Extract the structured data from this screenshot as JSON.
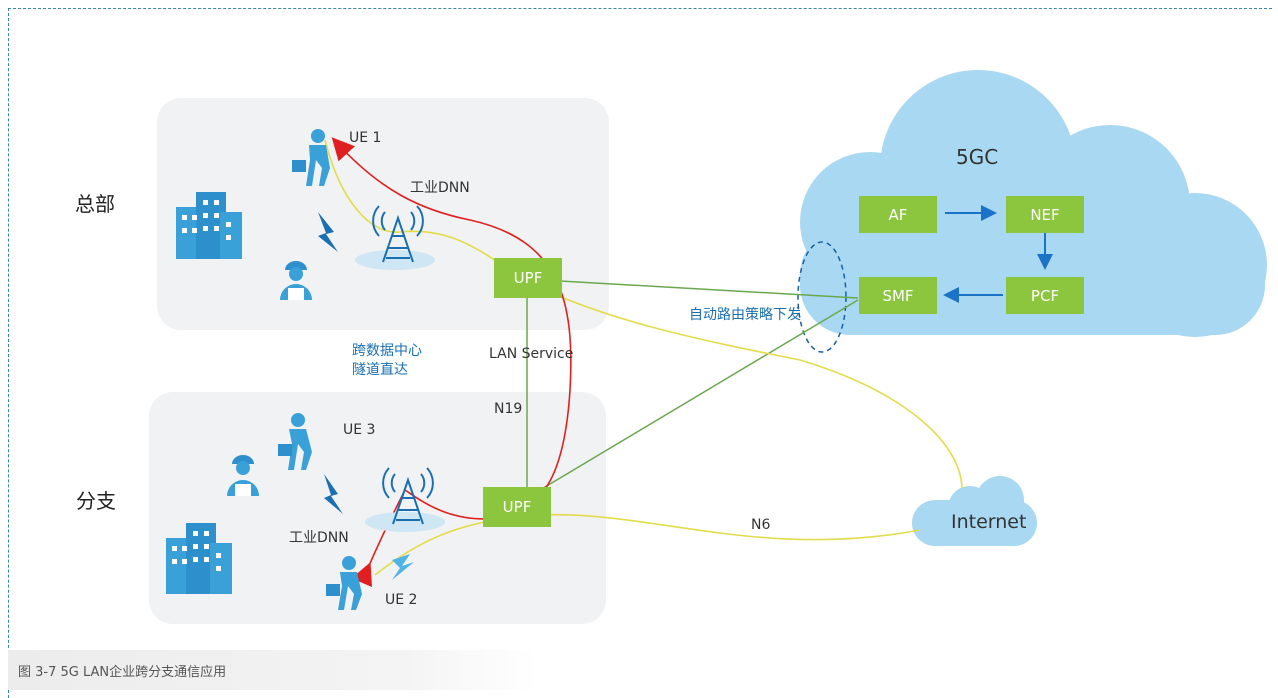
{
  "sites": {
    "hq": "总部",
    "branch": "分支"
  },
  "cloud": {
    "title": "5GC",
    "internet": "Internet"
  },
  "functions": {
    "af": "AF",
    "nef": "NEF",
    "smf": "SMF",
    "pcf": "PCF",
    "upf_hq": "UPF",
    "upf_branch": "UPF"
  },
  "labels": {
    "ue1": "UE 1",
    "ue2": "UE 2",
    "ue3": "UE 3",
    "dnn_hq": "工业DNN",
    "dnn_branch": "工业DNN",
    "policy": "自动路由策略下发",
    "tunnel_line1": "跨数据中心",
    "tunnel_line2": "隧道直达",
    "lan_service": "LAN Service",
    "n19": "N19",
    "n6": "N6"
  },
  "caption": "图 3-7   5G LAN企业跨分支通信应用",
  "colors": {
    "nf_green": "#8cc63f",
    "cloud_blue": "#a9d8f2",
    "red_path": "#e02020",
    "yellow_path": "#e3dc4a",
    "green_link": "#6aa84f",
    "arrow_blue": "#1a73c7"
  }
}
